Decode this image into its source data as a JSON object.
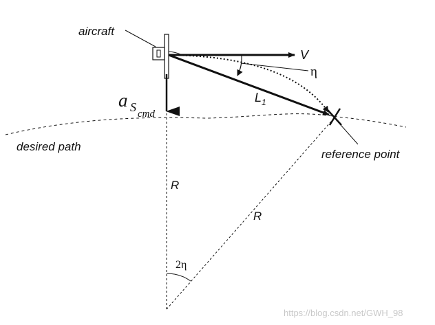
{
  "labels": {
    "aircraft": "aircraft",
    "velocity": "V",
    "eta": "η",
    "l1_main": "L",
    "l1_sub": "1",
    "accel_main": "a",
    "accel_s": "S",
    "accel_cmd": "cmd",
    "desired_path": "desired path",
    "reference_point": "reference point",
    "radius_vertical": "R",
    "radius_diagonal": "R",
    "two_eta": "2η"
  },
  "watermark": "https://blog.csdn.net/GWH_98",
  "colors": {
    "ink": "#111111",
    "watermark": "#c8c8c8",
    "background": "#ffffff"
  }
}
